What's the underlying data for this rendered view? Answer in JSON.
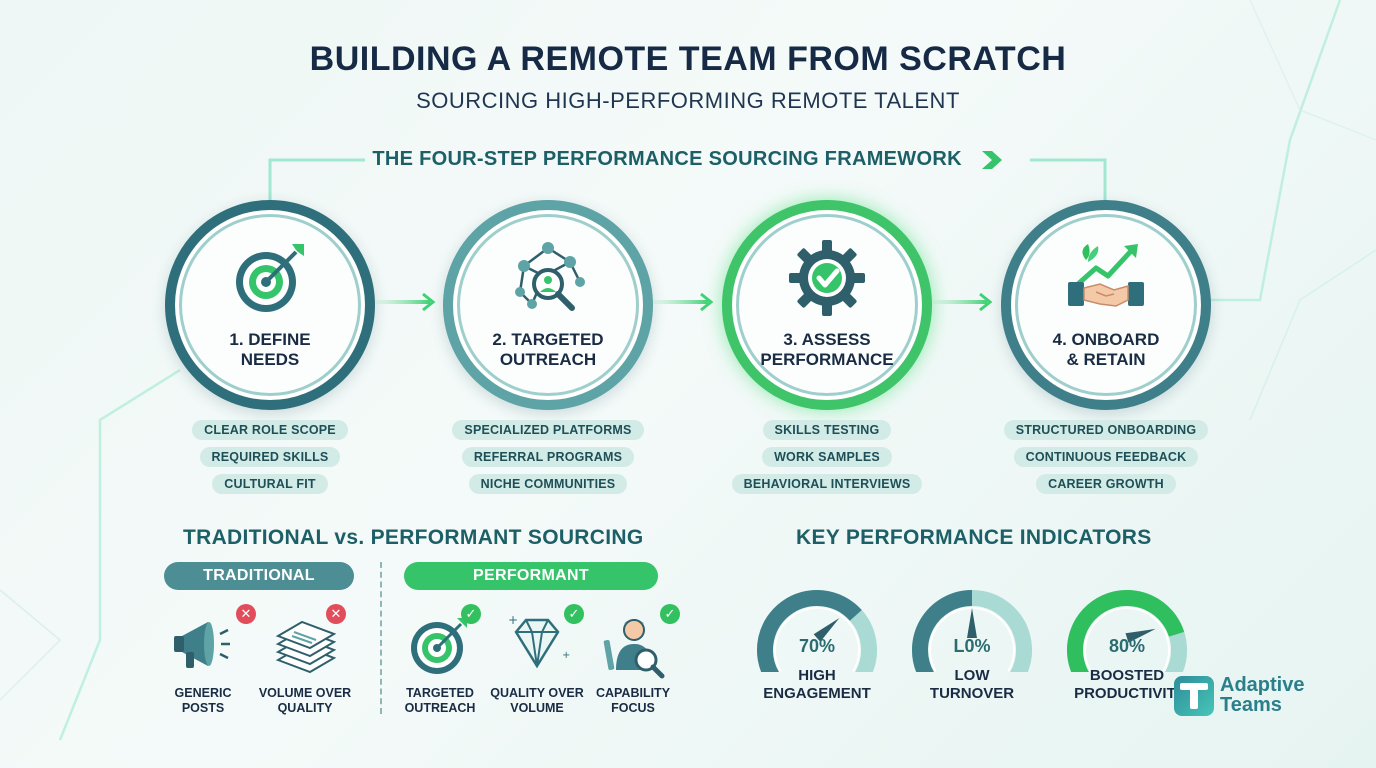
{
  "header": {
    "title": "BUILDING A REMOTE TEAM FROM SCRATCH",
    "subtitle": "SOURCING HIGH-PERFORMING REMOTE TALENT"
  },
  "framework": {
    "title": "THE FOUR-STEP PERFORMANCE SOURCING FRAMEWORK",
    "steps": [
      {
        "label_line1": "1. DEFINE",
        "label_line2": "NEEDS",
        "icon": "target-icon",
        "tags": [
          "CLEAR ROLE SCOPE",
          "REQUIRED SKILLS",
          "CULTURAL FIT"
        ]
      },
      {
        "label_line1": "2. TARGETED",
        "label_line2": "OUTREACH",
        "icon": "network-search-icon",
        "tags": [
          "SPECIALIZED PLATFORMS",
          "REFERRAL PROGRAMS",
          "NICHE COMMUNITIES"
        ]
      },
      {
        "label_line1": "3. ASSESS",
        "label_line2": "PERFORMANCE",
        "icon": "gear-check-icon",
        "tags": [
          "SKILLS TESTING",
          "WORK SAMPLES",
          "BEHAVIORAL INTERVIEWS"
        ]
      },
      {
        "label_line1": "4. ONBOARD",
        "label_line2": "& RETAIN",
        "icon": "handshake-growth-icon",
        "tags": [
          "STRUCTURED ONBOARDING",
          "CONTINUOUS FEEDBACK",
          "CAREER GROWTH"
        ]
      }
    ]
  },
  "comparison": {
    "title": "TRADITIONAL vs. PERFORMANT SOURCING",
    "traditional": {
      "label": "TRADITIONAL",
      "items": [
        {
          "line1": "GENERIC",
          "line2": "POSTS",
          "icon": "megaphone-icon"
        },
        {
          "line1": "VOLUME OVER",
          "line2": "QUALITY",
          "icon": "paper-stack-icon"
        }
      ]
    },
    "performant": {
      "label": "PERFORMANT",
      "items": [
        {
          "line1": "TARGETED",
          "line2": "OUTREACH",
          "icon": "target-icon"
        },
        {
          "line1": "QUALITY OVER",
          "line2": "VOLUME",
          "icon": "diamond-icon"
        },
        {
          "line1": "CAPABILITY",
          "line2": "FOCUS",
          "icon": "person-tools-icon"
        }
      ]
    }
  },
  "kpis": {
    "title": "KEY PERFORMANCE INDICATORS",
    "items": [
      {
        "value_text": "70%",
        "value": 70,
        "line1": "HIGH",
        "line2": "ENGAGEMENT",
        "color": "#3f7f8a"
      },
      {
        "value_text": "L0%",
        "value": 50,
        "line1": "LOW",
        "line2": "TURNOVER",
        "color": "#3f7f8a"
      },
      {
        "value_text": "80%",
        "value": 80,
        "line1": "BOOSTED",
        "line2": "PRODUCTIVITI",
        "color": "#2fbf5e"
      }
    ]
  },
  "logo": {
    "line1": "Adaptive",
    "line2": "Teams"
  },
  "colors": {
    "teal": "#3f7f8a",
    "green": "#36c46a",
    "navy": "#172a45",
    "pill": "#d3ebe7"
  }
}
